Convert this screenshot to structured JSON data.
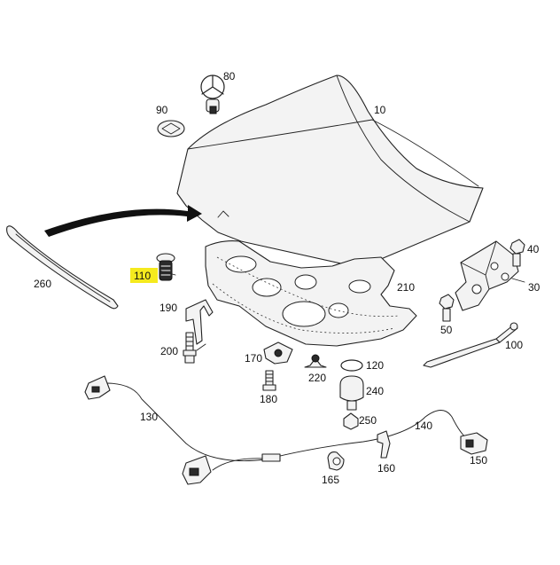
{
  "diagram": {
    "highlight_color": "#f5ea1e",
    "arrow_color": "#111111",
    "callouts": [
      {
        "id": "c10",
        "label": "10"
      },
      {
        "id": "c30",
        "label": "30"
      },
      {
        "id": "c40",
        "label": "40"
      },
      {
        "id": "c50",
        "label": "50"
      },
      {
        "id": "c80",
        "label": "80"
      },
      {
        "id": "c90",
        "label": "90"
      },
      {
        "id": "c100",
        "label": "100"
      },
      {
        "id": "c110",
        "label": "110",
        "highlighted": true
      },
      {
        "id": "c120",
        "label": "120"
      },
      {
        "id": "c130",
        "label": "130"
      },
      {
        "id": "c140",
        "label": "140"
      },
      {
        "id": "c150",
        "label": "150"
      },
      {
        "id": "c160",
        "label": "160"
      },
      {
        "id": "c165",
        "label": "165"
      },
      {
        "id": "c170",
        "label": "170"
      },
      {
        "id": "c180",
        "label": "180"
      },
      {
        "id": "c190",
        "label": "190"
      },
      {
        "id": "c200",
        "label": "200"
      },
      {
        "id": "c210",
        "label": "210"
      },
      {
        "id": "c220",
        "label": "220"
      },
      {
        "id": "c240",
        "label": "240"
      },
      {
        "id": "c250",
        "label": "250"
      },
      {
        "id": "c260",
        "label": "260"
      }
    ]
  }
}
